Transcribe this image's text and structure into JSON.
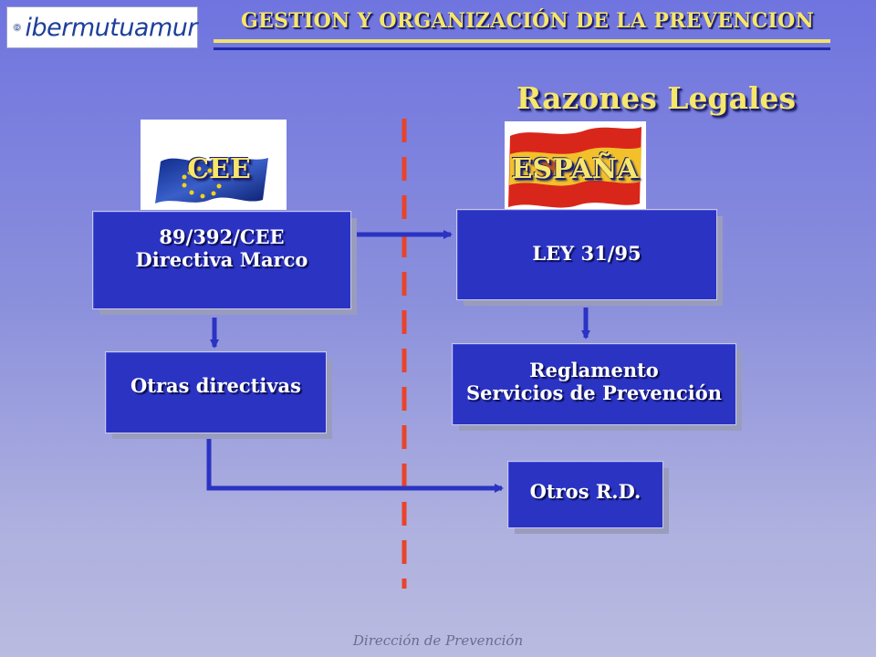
{
  "logo": {
    "brand_text": "ibermutuamur"
  },
  "header": {
    "title": "GESTION Y ORGANIZACIÓN DE LA PREVENCION"
  },
  "section_title": "Razones Legales",
  "columns": {
    "left_label": "CEE",
    "right_label": "ESPAÑA"
  },
  "boxes": {
    "directiva": {
      "line1": "89/392/CEE",
      "line2": "Directiva Marco"
    },
    "ley": {
      "line1": "LEY 31/95"
    },
    "otras": {
      "line1": "Otras directivas"
    },
    "reglamento": {
      "line1": "Reglamento",
      "line2": "Servicios de Prevención"
    },
    "otros_rd": {
      "line1": "Otros R.D."
    }
  },
  "footer": "Dirección de Prevención",
  "colors": {
    "box_fill": "#2b33c3",
    "title_yellow": "#f6e66a",
    "divider_red": "#e8442c",
    "connector_blue": "#2b33c3"
  },
  "icons": [
    "ibermutuamur-logo-icon",
    "eu-flag-icon",
    "spain-flag-icon"
  ]
}
